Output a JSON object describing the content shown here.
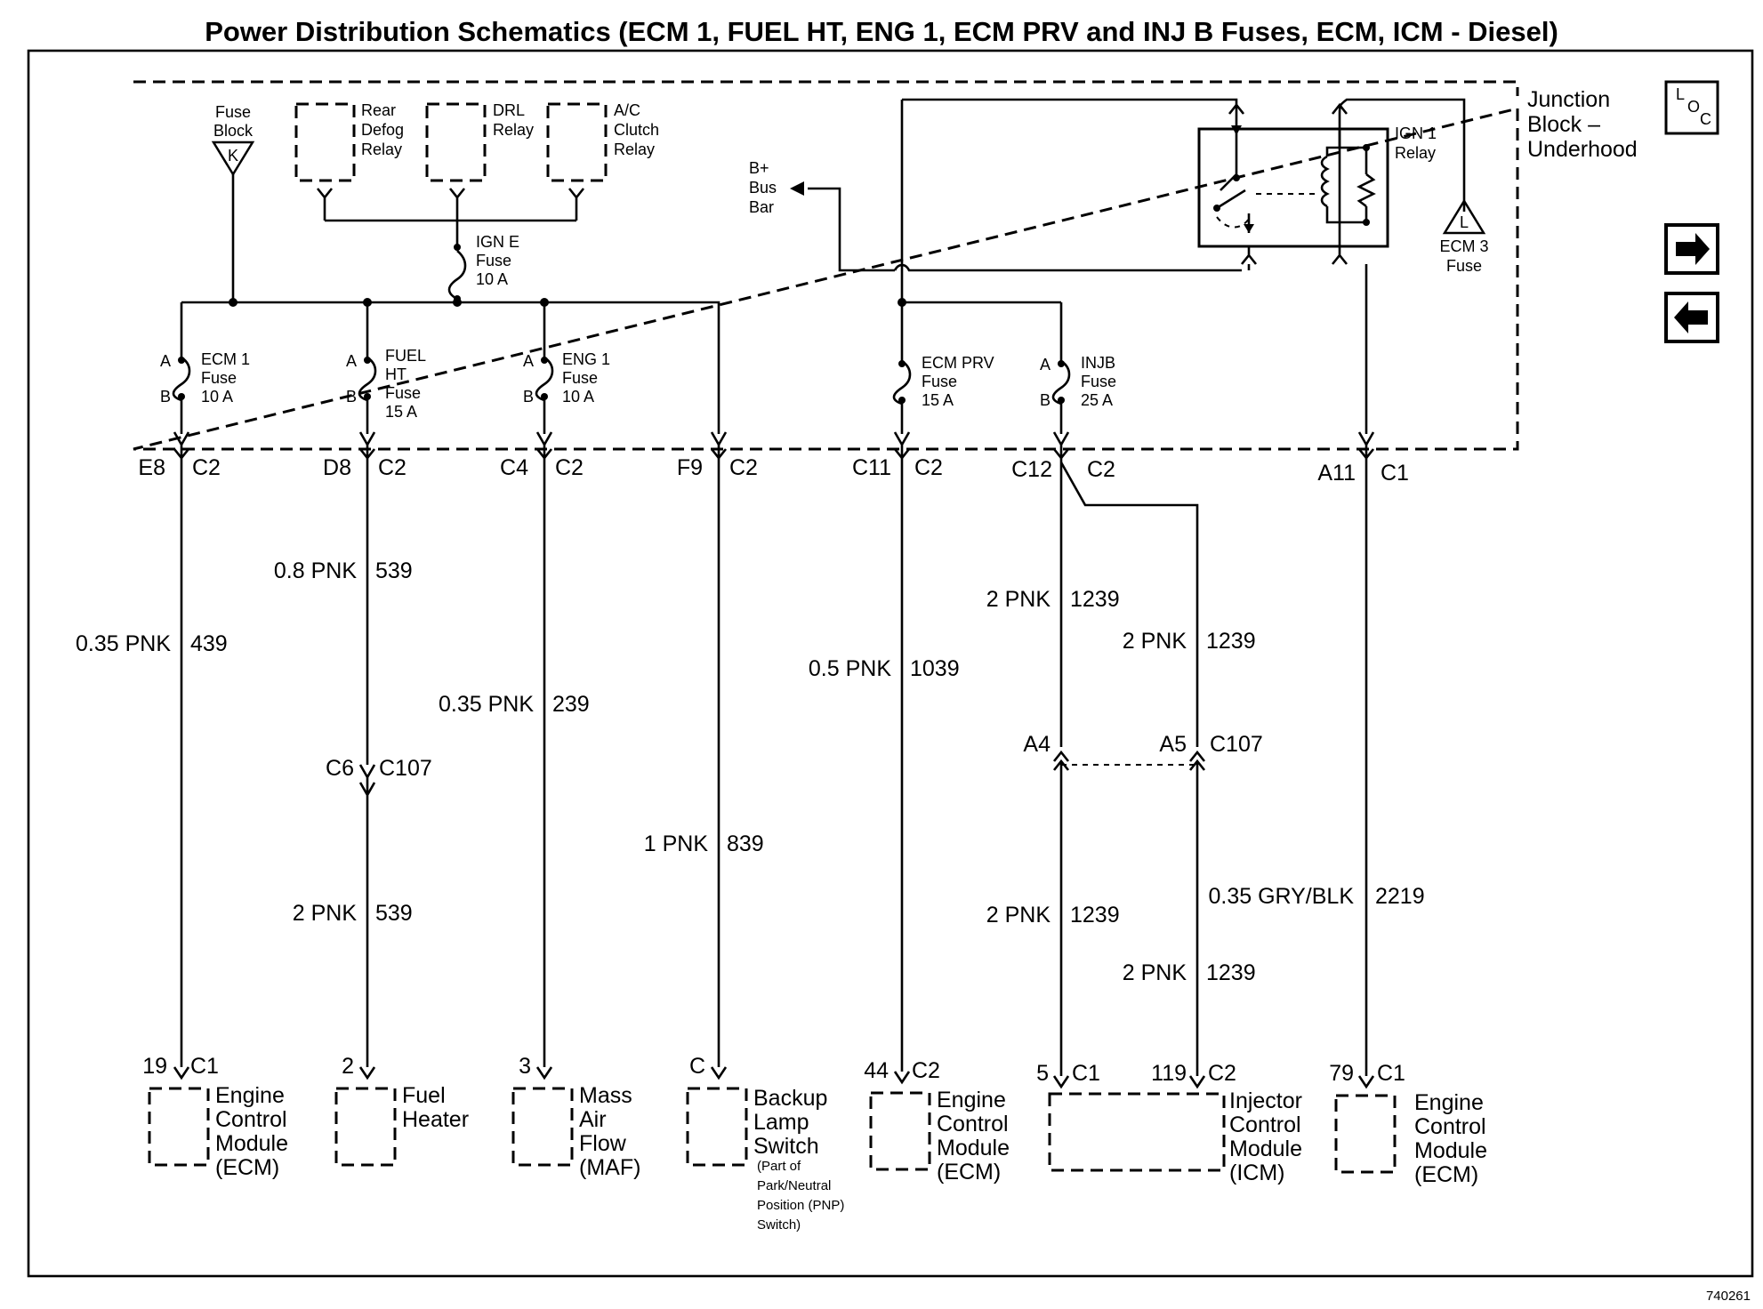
{
  "title": "Power Distribution Schematics (ECM 1, FUEL HT, ENG 1, ECM PRV and INJ B Fuses, ECM, ICM - Diesel)",
  "figure_id": "740261",
  "nav": {
    "loc_label": "L O C",
    "next_icon": "right-arrow-icon",
    "prev_icon": "left-arrow-icon"
  },
  "junction_block": {
    "line1": "Junction",
    "line2": "Block –",
    "line3": "Underhood"
  },
  "fuse_block": {
    "line1": "Fuse",
    "line2": "Block",
    "letter": "K"
  },
  "relays": {
    "rear_defog": [
      "Rear",
      "Defog",
      "Relay"
    ],
    "drl": [
      "DRL",
      "Relay"
    ],
    "ac_clutch": [
      "A/C",
      "Clutch",
      "Relay"
    ],
    "ign1": [
      "IGN 1",
      "Relay"
    ]
  },
  "bus_bar": [
    "B+",
    "Bus",
    "Bar"
  ],
  "ecm3": {
    "letter": "L",
    "line1": "ECM 3",
    "line2": "Fuse"
  },
  "ign_e": [
    "IGN E",
    "Fuse",
    "10 A"
  ],
  "fuses": {
    "ecm1": {
      "a": "A",
      "b": "B",
      "l1": "ECM 1",
      "l2": "Fuse",
      "l3": "10 A"
    },
    "fuelht": {
      "a": "A",
      "b": "B",
      "l1": "FUEL",
      "l2": "HT",
      "l3": "Fuse",
      "l4": "15 A"
    },
    "eng1": {
      "a": "A",
      "b": "B",
      "l1": "ENG 1",
      "l2": "Fuse",
      "l3": "10 A"
    },
    "ecmprv": {
      "l1": "ECM PRV",
      "l2": "Fuse",
      "l3": "15 A"
    },
    "injb": {
      "a": "A",
      "b": "B",
      "l1": "INJB",
      "l2": "Fuse",
      "l3": "25 A"
    }
  },
  "jb_pins": {
    "e8": {
      "pin": "E8",
      "conn": "C2"
    },
    "d8": {
      "pin": "D8",
      "conn": "C2"
    },
    "c4": {
      "pin": "C4",
      "conn": "C2"
    },
    "f9": {
      "pin": "F9",
      "conn": "C2"
    },
    "c11": {
      "pin": "C11",
      "conn": "C2"
    },
    "c12": {
      "pin": "C12",
      "conn": "C2"
    },
    "a11": {
      "pin": "A11",
      "conn": "C1"
    }
  },
  "wires": {
    "w439": {
      "color": "0.35 PNK",
      "circuit": "439"
    },
    "w539a": {
      "color": "0.8 PNK",
      "circuit": "539"
    },
    "w539b": {
      "color": "2 PNK",
      "circuit": "539"
    },
    "w239": {
      "color": "0.35 PNK",
      "circuit": "239"
    },
    "w839": {
      "color": "1 PNK",
      "circuit": "839"
    },
    "w1039": {
      "color": "0.5 PNK",
      "circuit": "1039"
    },
    "w1239a": {
      "color": "2 PNK",
      "circuit": "1239"
    },
    "w1239b": {
      "color": "2 PNK",
      "circuit": "1239"
    },
    "w1239c": {
      "color": "2 PNK",
      "circuit": "1239"
    },
    "w1239d": {
      "color": "2 PNK",
      "circuit": "1239"
    },
    "w2219": {
      "color": "0.35 GRY/BLK",
      "circuit": "2219"
    }
  },
  "inline_connectors": {
    "c107a": {
      "pin": "C6",
      "conn": "C107"
    },
    "c107b": {
      "pin_a": "A4",
      "pin_b": "A5",
      "conn": "C107"
    }
  },
  "components": {
    "ecm_a": {
      "pin": "19",
      "conn": "C1",
      "lines": [
        "Engine",
        "Control",
        "Module",
        "(ECM)"
      ]
    },
    "fuel_heater": {
      "pin": "2",
      "lines": [
        "Fuel",
        "Heater"
      ]
    },
    "maf": {
      "pin": "3",
      "lines": [
        "Mass",
        "Air",
        "Flow",
        "(MAF)"
      ]
    },
    "backup": {
      "pin": "C",
      "lines": [
        "Backup",
        "Lamp",
        "Switch"
      ],
      "sub": [
        "(Part of",
        "Park/Neutral",
        "Position (PNP)",
        "Switch)"
      ]
    },
    "ecm_b": {
      "pin": "44",
      "conn": "C2",
      "lines": [
        "Engine",
        "Control",
        "Module",
        "(ECM)"
      ]
    },
    "icm": {
      "pin1": "5",
      "conn1": "C1",
      "pin2": "119",
      "conn2": "C2",
      "lines": [
        "Injector",
        "Control",
        "Module",
        "(ICM)"
      ]
    },
    "ecm_c": {
      "pin": "79",
      "conn": "C1",
      "lines": [
        "Engine",
        "Control",
        "Module",
        "(ECM)"
      ]
    }
  }
}
